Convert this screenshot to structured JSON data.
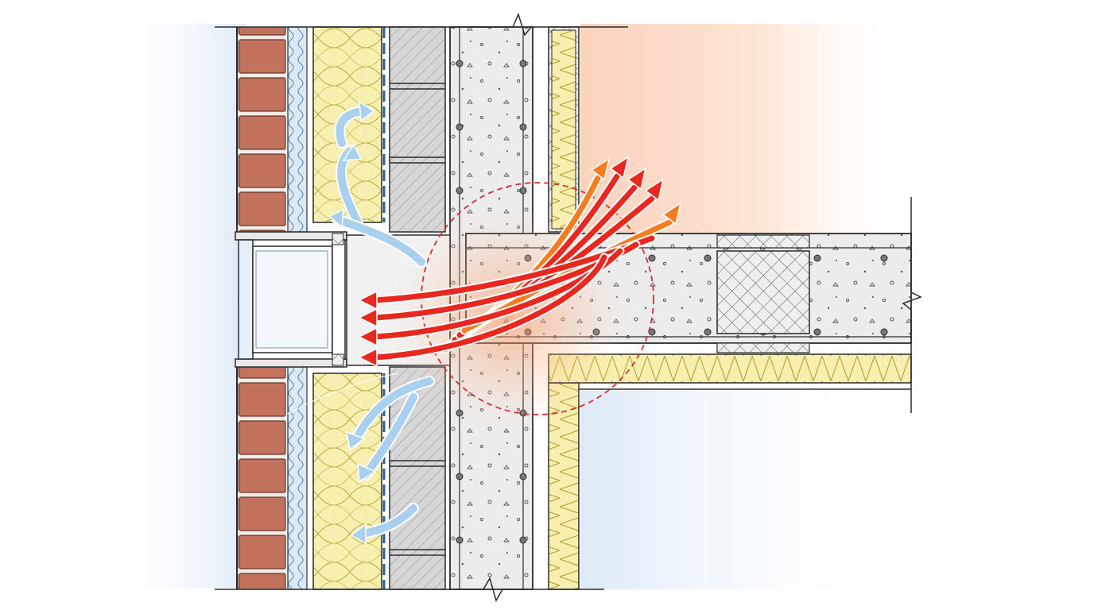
{
  "diagram": {
    "subject": "thermal-bridge-at-slab-wall-junction",
    "colors": {
      "brick": "#c0705a",
      "mortar": "#f2ece6",
      "insulation": "#f7efb0",
      "insulation_line": "#b9a83c",
      "concrete": "#ececec",
      "block": "#d4d4d4",
      "outline": "#2b2b2b",
      "warm_background": "#fde2cf",
      "cold_background": "#e7f1fb",
      "heat_flow_hot": "#e8281e",
      "heat_flow_warm": "#f57c1f",
      "heat_flow_cold": "#1f74c8",
      "heat_flow_cool": "#a9d0ee",
      "bridge_marker": "#d62f2f"
    },
    "components": [
      {
        "name": "brick-outer-leaf",
        "icon": "brick-hatch"
      },
      {
        "name": "cavity-membrane",
        "icon": "wavy-line"
      },
      {
        "name": "mineral-wool-insulation",
        "icon": "insulation-loops"
      },
      {
        "name": "masonry-block-inner-leaf",
        "icon": "diagonal-hatch"
      },
      {
        "name": "concrete-wall",
        "icon": "aggregate-dots"
      },
      {
        "name": "interior-insulation",
        "icon": "crosshatch"
      },
      {
        "name": "concrete-floor-slab",
        "icon": "aggregate-dots"
      },
      {
        "name": "slab-underside-insulation",
        "icon": "zigzag"
      },
      {
        "name": "thermal-break-block",
        "icon": "crosshatch"
      },
      {
        "name": "window-frame-section",
        "icon": "glazing"
      }
    ],
    "heat_flows": [
      {
        "kind": "warm-to-cold",
        "count": 6,
        "direction": "interior-to-exterior"
      },
      {
        "kind": "cold-escape",
        "count": 6,
        "direction": "into-insulation"
      }
    ],
    "marker": {
      "shape": "dashed-circle",
      "meaning": "thermal-bridge-zone"
    }
  }
}
